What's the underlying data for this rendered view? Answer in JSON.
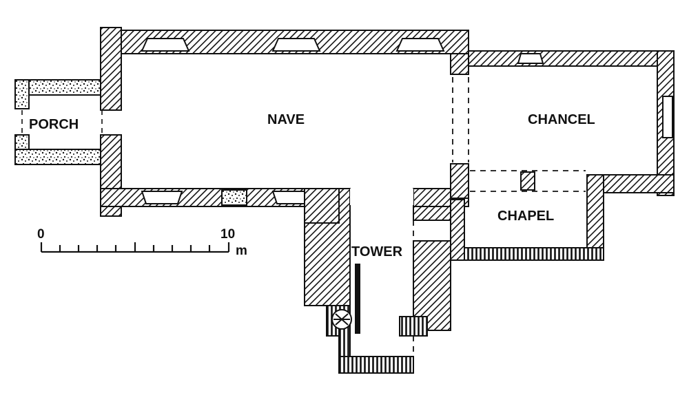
{
  "rooms": {
    "porch": "PORCH",
    "nave": "NAVE",
    "chancel": "CHANCEL",
    "tower": "TOWER",
    "chapel": "CHAPEL"
  },
  "scale_bar": {
    "start": "0",
    "end": "10",
    "unit": "m"
  },
  "colors": {
    "ink": "#111111",
    "paper": "#ffffff"
  }
}
